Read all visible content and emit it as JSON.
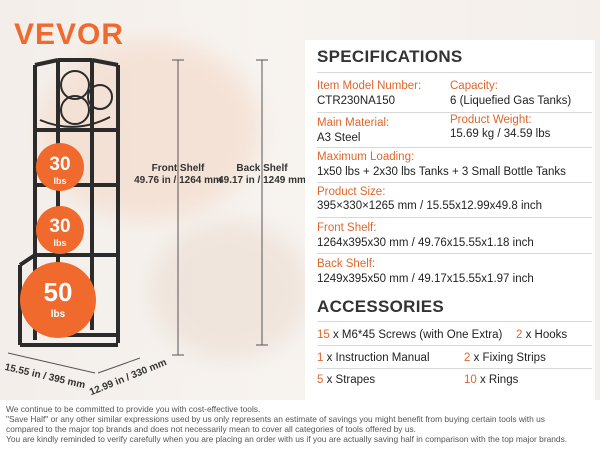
{
  "brand": {
    "name": "VEVOR"
  },
  "specs": {
    "title": "SPECIFICATIONS",
    "item_model_label": "Item Model Number:",
    "item_model_value": "CTR230NA150",
    "capacity_label": "Capacity:",
    "capacity_value": "6 (Liquefied Gas Tanks)",
    "material_label": "Main Material:",
    "material_value": "A3 Steel",
    "weight_label": "Product Weight:",
    "weight_value": "15.69 kg / 34.59 lbs",
    "loading_label": "Maximum Loading:",
    "loading_value": "1x50 lbs + 2x30 lbs Tanks + 3 Small Bottle Tanks",
    "size_label": "Product Size:",
    "size_value": "395×330×1265 mm / 15.55x12.99x49.8 inch",
    "front_label": "Front Shelf:",
    "front_value": "1264x395x30 mm / 49.76x15.55x1.18 inch",
    "back_label": "Back Shelf:",
    "back_value": "1249x395x50 mm / 49.17x15.55x1.97 inch"
  },
  "accessories": {
    "title": "ACCESSORIES",
    "items": [
      {
        "qty": "15",
        "text": " x M6*45 Screws (with One Extra)"
      },
      {
        "qty": "2",
        "text": " x Hooks"
      },
      {
        "qty": "1",
        "text": " x Instruction Manual"
      },
      {
        "qty": "2",
        "text": " x Fixing Strips"
      },
      {
        "qty": "5",
        "text": " x Strapes"
      },
      {
        "qty": "10",
        "text": " x Rings"
      }
    ]
  },
  "diagram": {
    "front_shelf_title": "Front Shelf",
    "front_shelf_value": "49.76 in / 1264 mm",
    "back_shelf_title": "Back Shelf",
    "back_shelf_value": "49.17 in / 1249 mm",
    "width_dim": "15.55 in / 395 mm",
    "depth_dim": "12.99 in / 330 mm",
    "tank_labels": [
      {
        "num": "30",
        "unit": "lbs"
      },
      {
        "num": "30",
        "unit": "lbs"
      },
      {
        "num": "50",
        "unit": "lbs"
      }
    ]
  },
  "footer": {
    "line1": "We continue to be committed to provide you with cost-effective tools.",
    "line2": "\"Save Half\" or any other similar expressions used by us only represents an estimate of savings you might benefit from buying certain tools with us",
    "line3": "compared to the major top brands and does not necessarily mean to cover all categories of tools offered by us.",
    "line4": "You are kindly reminded to verify carefully when you are placing an order with us if you are actually saving half in comparison with the top major brands."
  },
  "colors": {
    "accent": "#e0662c",
    "tank": "#ef6a2c",
    "rack": "#2b2b2b"
  }
}
